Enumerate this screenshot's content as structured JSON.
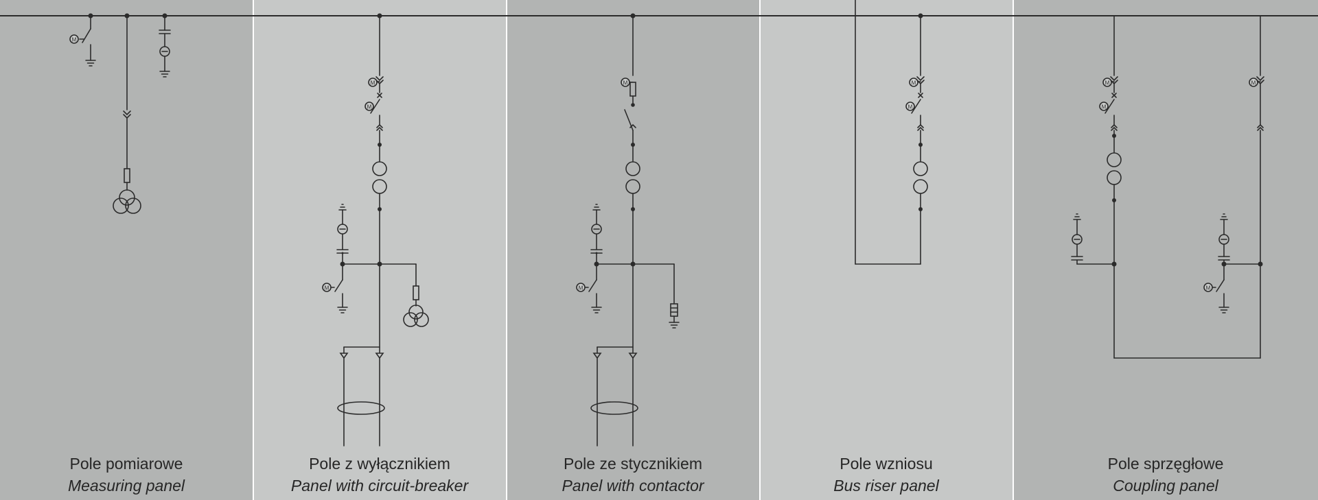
{
  "colors": {
    "panel_dark": "#b2b4b3",
    "panel_light": "#c6c8c7",
    "divider": "#ffffff",
    "line": "#2b2b2b",
    "text": "#262626"
  },
  "diagram": {
    "motor_symbol": "M",
    "panels": [
      {
        "name_pl": "Pole pomiarowe",
        "name_en": "Measuring panel",
        "shade": "dark"
      },
      {
        "name_pl": "Pole z wyłącznikiem",
        "name_en": "Panel with circuit-breaker",
        "shade": "light"
      },
      {
        "name_pl": "Pole ze stycznikiem",
        "name_en": "Panel with contactor",
        "shade": "dark"
      },
      {
        "name_pl": "Pole wzniosu",
        "name_en": "Bus riser panel",
        "shade": "light"
      },
      {
        "name_pl": "Pole sprzęgłowe",
        "name_en": "Coupling panel",
        "shade": "dark"
      }
    ]
  }
}
